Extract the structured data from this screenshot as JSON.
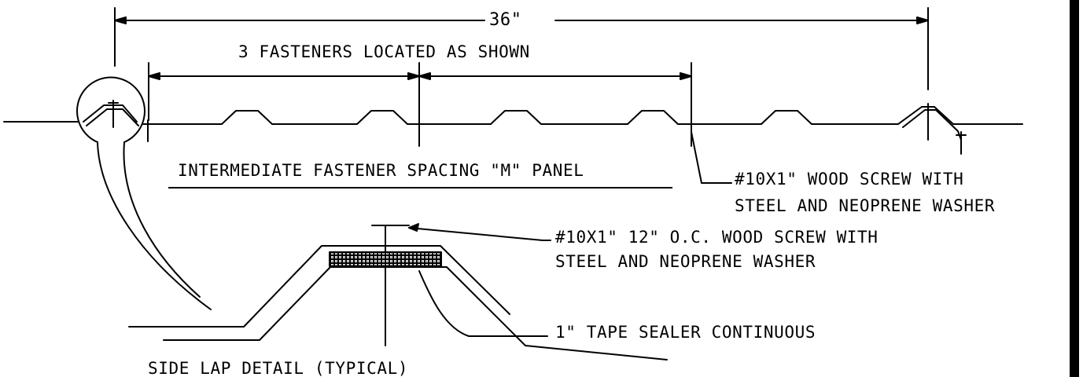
{
  "dimensions": {
    "overall_width": "36\""
  },
  "labels": {
    "fasteners_located": "3 FASTENERS LOCATED AS SHOWN",
    "intermediate_spacing": "INTERMEDIATE FASTENER SPACING \"M\" PANEL",
    "wood_screw_1": "#10X1\" WOOD SCREW WITH\nSTEEL AND NEOPRENE WASHER",
    "wood_screw_2": "#10X1\" 12\" O.C. WOOD SCREW WITH\nSTEEL AND NEOPRENE WASHER",
    "tape_sealer": "1\" TAPE SEALER CONTINUOUS",
    "side_lap_detail": "SIDE LAP DETAIL (TYPICAL)"
  }
}
